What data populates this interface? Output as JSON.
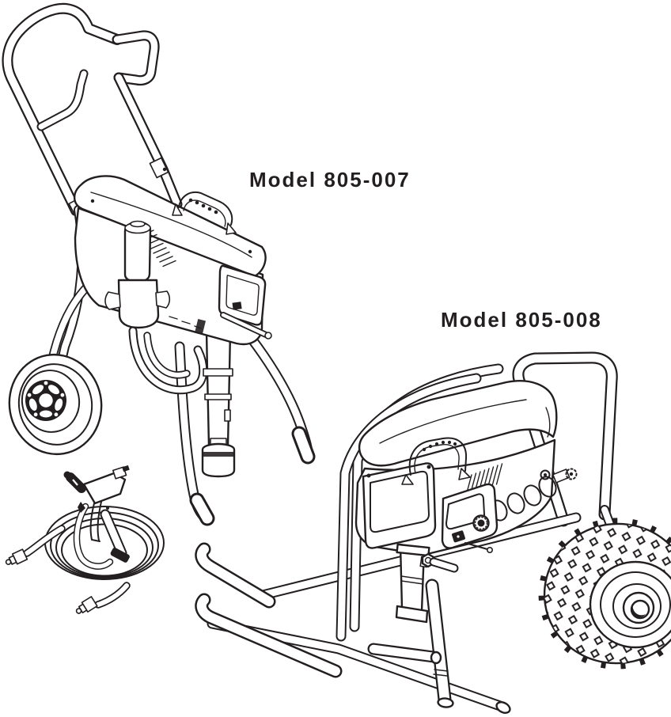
{
  "page": {
    "background_color": "#ffffff",
    "line_color": "#231f20",
    "description": "Airless paint sprayer models illustration page"
  },
  "figures": {
    "sprayer_upright": {
      "label": "Model 805-007"
    },
    "sprayer_lowboy": {
      "label": "Model 805-008"
    }
  }
}
